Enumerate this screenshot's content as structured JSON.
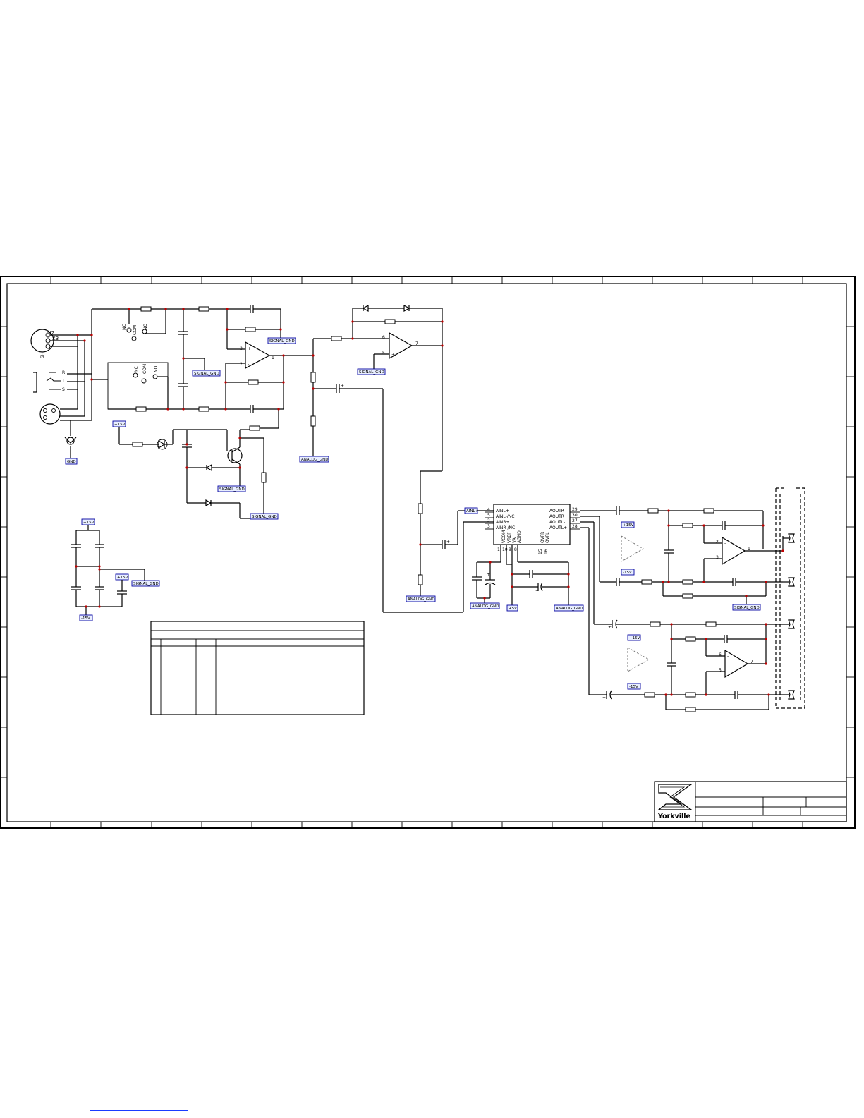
{
  "labels": {
    "signal_gnd": "SIGNAL_GND",
    "analog_gnd": "ANALOG_GND",
    "plus15": "+15V",
    "minus15": "-15V",
    "plus5": "+5V",
    "gnd": "GND",
    "ainl": "AINL+"
  },
  "opamp_pins": {
    "u1": {
      "p3": "3",
      "p2": "2",
      "out": "1",
      "plus": "+",
      "minus": "-"
    },
    "u2": {
      "p6": "6",
      "p5": "5",
      "out": "7",
      "plus": "+",
      "minus": "-"
    },
    "u3": {
      "p2": "2",
      "p3": "3",
      "out": "1",
      "plus": "+",
      "minus": "-"
    },
    "u4": {
      "p6": "6",
      "p5": "5",
      "out": "7",
      "plus": "+",
      "minus": "-"
    }
  },
  "connectors": {
    "x2": "X2",
    "x3": "X3",
    "sh": "SH",
    "jack_pins": [
      "R",
      "T",
      "S"
    ],
    "relay1": [
      "NC",
      "COM",
      "NO"
    ],
    "relay2": [
      "NC",
      "COM",
      "NO"
    ]
  },
  "codec": {
    "left_pins": [
      {
        "num": "4",
        "name": "AINL+"
      },
      {
        "num": "5",
        "name": "AINL-/NC"
      },
      {
        "num": "2",
        "name": "AINR+"
      },
      {
        "num": "3",
        "name": "AINR-/NC"
      }
    ],
    "right_pins": [
      {
        "num": "29",
        "name": "AOUTR-"
      },
      {
        "num": "30",
        "name": "AOUTR+"
      },
      {
        "num": "27",
        "name": "AOUTL-"
      },
      {
        "num": "28",
        "name": "AOUTL+"
      }
    ],
    "bottom_pins": [
      "VCOM",
      "VREF",
      "VA",
      "AGND"
    ],
    "bottom_nums": [
      "1",
      "10",
      "9",
      "8"
    ],
    "status_pins": [
      "OVFR",
      "OVFL"
    ],
    "status_nums": [
      "15",
      "16"
    ]
  },
  "title_block": {
    "logo_text": "Yorkville"
  }
}
